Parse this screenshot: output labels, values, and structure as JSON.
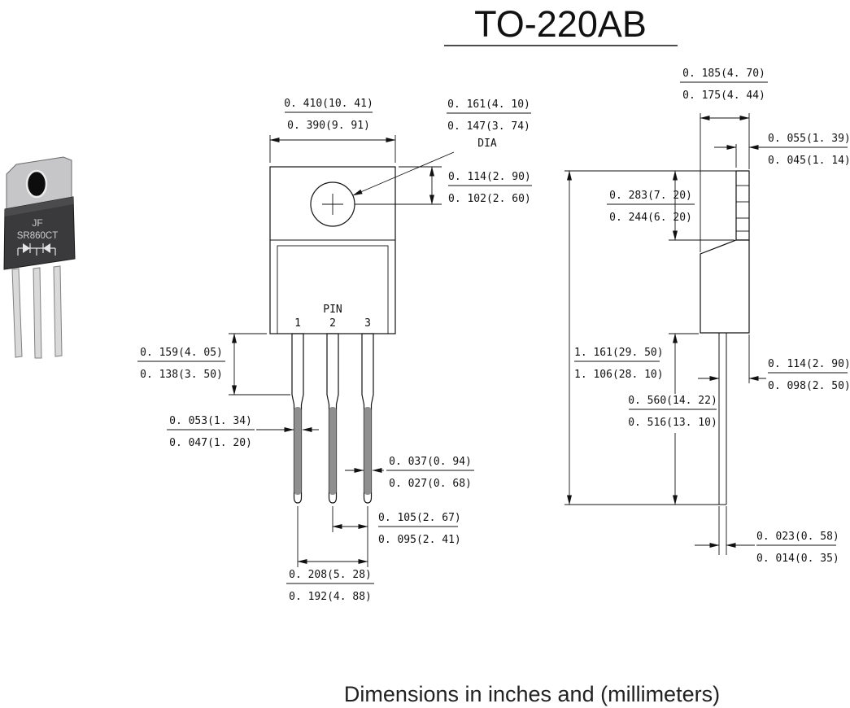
{
  "title": "TO-220AB",
  "caption": "Dimensions in inches and (millimeters)",
  "part": {
    "brand": "JF",
    "number": "SR860CT"
  },
  "front": {
    "pin_label": "PIN",
    "pins": [
      "1",
      "2",
      "3"
    ],
    "width_max": "0. 410(10. 41)",
    "width_min": "0. 390(9. 91)",
    "hole_max": "0. 161(4. 10)",
    "hole_min": "0. 147(3. 74)",
    "hole_suffix": "DIA",
    "hole_off_max": "0. 114(2. 90)",
    "hole_off_min": "0. 102(2. 60)",
    "shoulder_max": "0. 159(4. 05)",
    "shoulder_min": "0. 138(3. 50)",
    "leadw_max": "0. 053(1. 34)",
    "leadw_min": "0. 047(1. 20)",
    "leadn_max": "0. 037(0. 94)",
    "leadn_min": "0. 027(0. 68)",
    "pitch_max": "0. 105(2. 67)",
    "pitch_min": "0. 095(2. 41)",
    "span_max": "0. 208(5. 28)",
    "span_min": "0. 192(4. 88)"
  },
  "side": {
    "tabw_max": "0. 185(4. 70)",
    "tabw_min": "0. 175(4. 44)",
    "tabt_max": "0. 055(1. 39)",
    "tabt_min": "0. 045(1. 14)",
    "tabh_max": "0. 283(7. 20)",
    "tabh_min": "0. 244(6. 20)",
    "oal_max": "1. 161(29. 50)",
    "oal_min": "1. 106(28. 10)",
    "leadl_max": "0. 560(14. 22)",
    "leadl_min": "0. 516(13. 10)",
    "bodyt_max": "0. 114(2. 90)",
    "bodyt_min": "0. 098(2. 50)",
    "leadt_max": "0. 023(0. 58)",
    "leadt_min": "0. 014(0. 35)"
  }
}
